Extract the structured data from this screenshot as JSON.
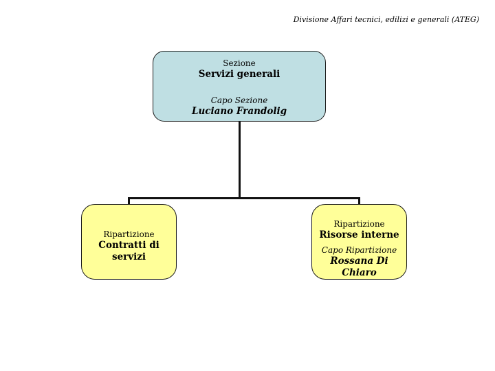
{
  "header": {
    "text": "Divisione Affari tecnici, edilizi e generali (ATEG)"
  },
  "chart": {
    "type": "org-chart",
    "root": {
      "role_label": "Sezione",
      "name": "Servizi generali",
      "head_label": "Capo Sezione",
      "head_name": "Luciano Frandolig"
    },
    "children": [
      {
        "role_label": "Ripartizione",
        "name": "Contratti di servizi"
      },
      {
        "role_label": "Ripartizione",
        "name": "Risorse interne",
        "head_label": "Capo Ripartizione",
        "head_name": "Rossana Di Chiaro"
      }
    ],
    "colors": {
      "section_fill": "#bfdfe3",
      "ripartizione_fill": "#ffff99",
      "box_border": "#1a1a1a",
      "connector": "#111111",
      "background": "#ffffff"
    }
  }
}
